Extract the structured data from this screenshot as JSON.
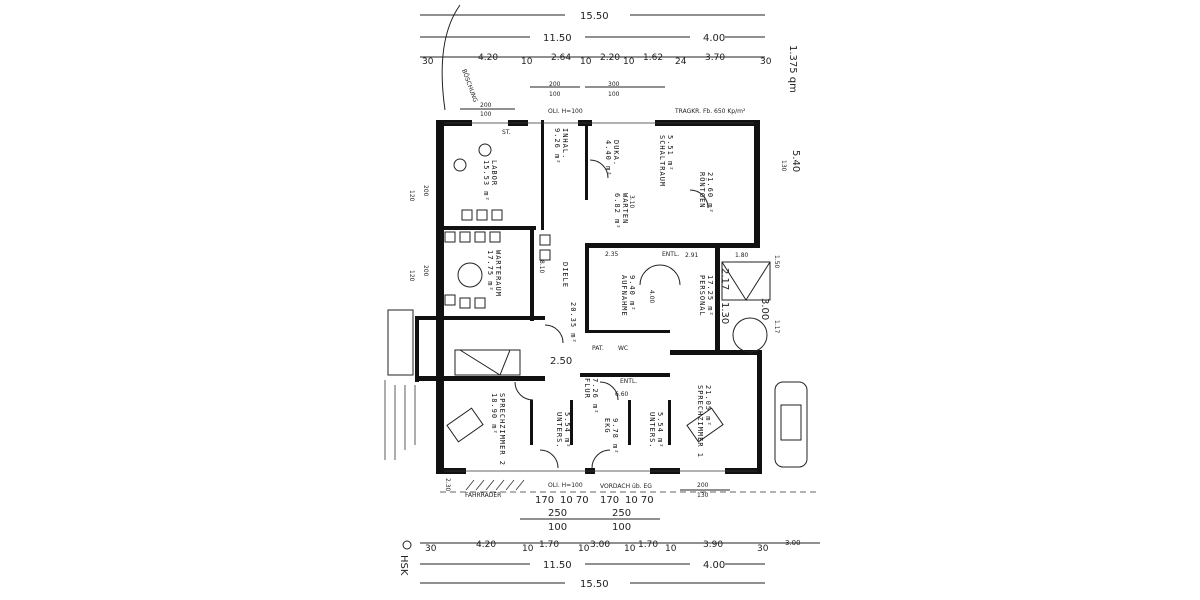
{
  "scale_note": "1.375 qm",
  "notes": {
    "boeschung": "BÖSCHUNG",
    "oli_top": "OLI. H=100",
    "tragkr": "TRAGKR. Fb. 650 Kp/m²",
    "oli_bottom": "OLI. H=100",
    "vordach": "VORDACH üb. EG",
    "fahrraeder": "FAHRRÄDER",
    "hsk": "HSK",
    "entl1": "ENTL.",
    "entl2": "ENTL.",
    "st": "ST.",
    "pat": "PAT.",
    "wc": "WC"
  },
  "rooms": [
    {
      "name": "LABOR",
      "area": "15.53 m²"
    },
    {
      "name": "INHAL.",
      "area": "9.26 m²"
    },
    {
      "name": "DUKA.",
      "area": "4.40 m²"
    },
    {
      "name": "SCHALTRAUM",
      "area": "5.51 m²"
    },
    {
      "name": "RÖNTGEN",
      "area": "21.60 m²"
    },
    {
      "name": "WARTEN",
      "area": "6.82 m²"
    },
    {
      "name": "WARTERAUM",
      "area": "17.75 m²"
    },
    {
      "name": "DIELE",
      "area": "20.35 m²"
    },
    {
      "name": "AUFNAHME",
      "area": "9.40 m²"
    },
    {
      "name": "PERSONAL",
      "area": "17.25 m²"
    },
    {
      "name": "SPRECHZIMMER 2",
      "area": "18.90 m²"
    },
    {
      "name": "UNTERS.",
      "area": "5.54 m²"
    },
    {
      "name": "EKG",
      "area": "9.78 m²"
    },
    {
      "name": "UNTERS.",
      "area": "5.54 m²"
    },
    {
      "name": "SPRECHZIMMER 1",
      "area": "21.05 m²"
    },
    {
      "name": "FLUR",
      "area": "7.26 m²"
    }
  ],
  "dims_top": {
    "total": "15.50",
    "row2": [
      "11.50",
      "4.00"
    ],
    "row3": [
      "30",
      "4.20",
      "10",
      "2.64",
      "10",
      "2.20",
      "10",
      "1.62",
      "24",
      "3.70",
      "30"
    ],
    "windows": [
      "200",
      "100",
      "300",
      "100",
      "200",
      "100"
    ]
  },
  "dims_bottom": {
    "total": "15.50",
    "row2": [
      "11.50",
      "4.00"
    ],
    "row3": [
      "30",
      "4.20",
      "10",
      "1.70",
      "10",
      "3.00",
      "10",
      "1.70",
      "10",
      "3.90",
      "30",
      "3.00"
    ],
    "windows": [
      "250",
      "100",
      "250",
      "100",
      "200",
      "130"
    ],
    "openings": [
      "170",
      "10 70",
      "170",
      "10 70"
    ]
  },
  "interior_dims": [
    "2.35",
    "2.91",
    "1.80",
    "2.50",
    "6.60",
    "3.10",
    "8.10",
    "4.00",
    "1.50",
    "2.17",
    "1.30",
    "3.00",
    "1.17",
    "5.40",
    "130",
    "200",
    "120",
    "200",
    "120",
    "2.30"
  ]
}
